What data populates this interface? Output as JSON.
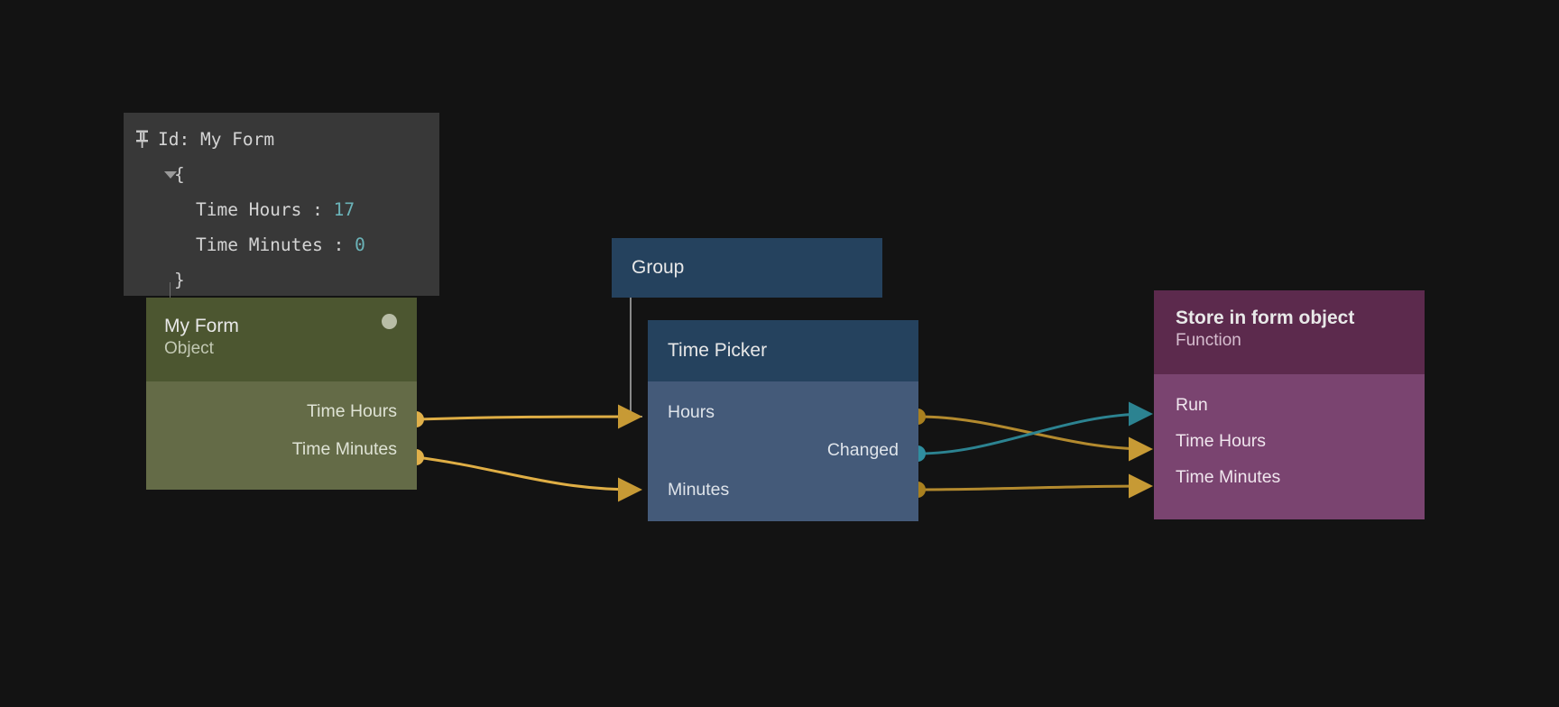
{
  "canvas": {
    "background": "#131313",
    "wire_color_data": "#c79a35",
    "wire_color_signal": "#2c8391",
    "port_dot_color": "#e0b04a",
    "port_dot_signal_color": "#2f8ea0",
    "group_link_color": "#8a8a8a"
  },
  "inspector": {
    "pin_icon": "pushpin-icon",
    "id_label": "Id: My Form",
    "open_brace": "{",
    "close_brace": "}",
    "rows": [
      {
        "key": "Time Hours",
        "separator": ":",
        "value": "17"
      },
      {
        "key": "Time Minutes",
        "separator": ":",
        "value": "0"
      }
    ],
    "background": "#383838"
  },
  "nodes": {
    "my_form": {
      "title": "My Form",
      "subtitle": "Object",
      "status_dot": "status-indicator-dot",
      "outputs": [
        {
          "label": "Time Hours",
          "type": "data"
        },
        {
          "label": "Time Minutes",
          "type": "data"
        }
      ],
      "header_color": "#4c5630",
      "body_color": "#646b47"
    },
    "group": {
      "title": "Group",
      "header_color": "#25425e"
    },
    "time_picker": {
      "title": "Time Picker",
      "inputs": [
        {
          "label": "Hours",
          "type": "data"
        },
        {
          "label": "Minutes",
          "type": "data"
        }
      ],
      "outputs": [
        {
          "label": "Changed",
          "type": "signal"
        }
      ],
      "header_color": "#25425e",
      "body_color": "#445a79"
    },
    "store_in_form_object": {
      "title": "Store in form object",
      "subtitle": "Function",
      "inputs": [
        {
          "label": "Run",
          "type": "signal"
        },
        {
          "label": "Time Hours",
          "type": "data"
        },
        {
          "label": "Time Minutes",
          "type": "data"
        }
      ],
      "header_color": "#5c2a4d",
      "body_color": "#7a4470"
    }
  },
  "connections": [
    {
      "from": "my_form.Time Hours",
      "to": "time_picker.Hours",
      "type": "data"
    },
    {
      "from": "my_form.Time Minutes",
      "to": "time_picker.Minutes",
      "type": "data"
    },
    {
      "from": "time_picker.out1",
      "to": "store_in_form_object.Time Hours",
      "type": "data"
    },
    {
      "from": "time_picker.Changed",
      "to": "store_in_form_object.Run",
      "type": "signal"
    },
    {
      "from": "time_picker.out3",
      "to": "store_in_form_object.Time Minutes",
      "type": "data"
    },
    {
      "from": "group",
      "to": "time_picker",
      "type": "group-link"
    }
  ]
}
